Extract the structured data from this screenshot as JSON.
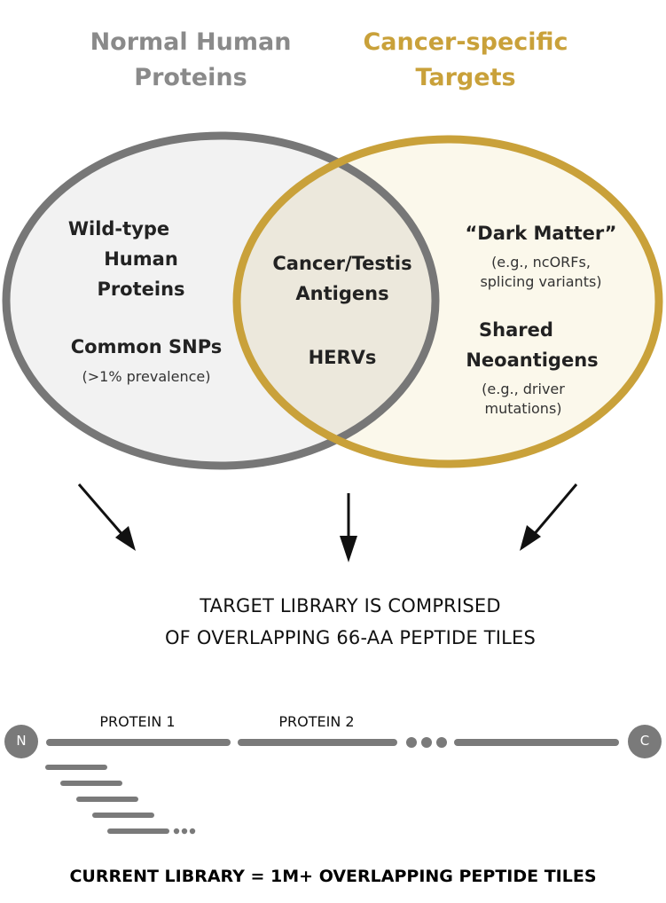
{
  "venn": {
    "left_title": [
      "Normal Human",
      "Proteins"
    ],
    "right_title": [
      "Cancer-specific",
      "Targets"
    ],
    "left": {
      "item1": [
        "Wild-type",
        "Human Proteins"
      ],
      "item2": "Common SNPs",
      "item2_note": "(>1% prevalence)"
    },
    "overlap": {
      "item1": [
        "Cancer/Testis",
        "Antigens"
      ],
      "item2": "HERVs"
    },
    "right": {
      "item1": "“Dark Matter”",
      "item1_note": [
        "(e.g., ncORFs,",
        "splicing variants)"
      ],
      "item2": [
        "Shared",
        "Neoantigens"
      ],
      "item2_note": [
        "(e.g., driver",
        "mutations)"
      ]
    },
    "colors": {
      "gray": "#777777",
      "gold": "#c9a13a",
      "left_fill": "#f2f2f2",
      "right_fill": "#fbf8eb",
      "overlap_fill": "#ece8dc"
    }
  },
  "library": {
    "caption": [
      "TARGET LIBRARY IS COMPRISED",
      "OF OVERLAPPING 66-AA PEPTIDE TILES"
    ],
    "protein1": "PROTEIN 1",
    "protein2": "PROTEIN 2",
    "n_terminus": "N",
    "c_terminus": "C"
  },
  "footer": "CURRENT LIBRARY = 1M+ OVERLAPPING PEPTIDE TILES"
}
